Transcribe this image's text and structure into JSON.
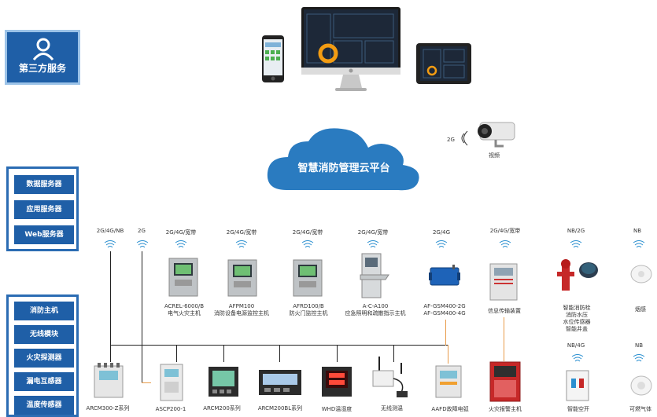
{
  "third_party": {
    "label": "第三方服务",
    "icon": "user-icon"
  },
  "cloud": {
    "label": "智慧消防管理云平台"
  },
  "camera": {
    "signal": "2G",
    "label": "视频"
  },
  "servers": [
    "数据服务器",
    "应用服务器",
    "Web服务器"
  ],
  "modules": [
    "消防主机",
    "无线模块",
    "火灾探测器",
    "漏电互感器",
    "温度传感器"
  ],
  "networks": [
    "2G/4G/NB",
    "2G",
    "2G/4G/宽带",
    "2G/4G/宽带",
    "2G/4G/宽带",
    "2G/4G/宽带",
    "2G/4G",
    "2G/4G/宽带",
    "NB/2G",
    "NB"
  ],
  "upper_devices": [
    {
      "l1": "ACREL-6000/B",
      "l2": "电气火灾主机"
    },
    {
      "l1": "AFPM100",
      "l2": "消防设备电源监控主机"
    },
    {
      "l1": "AFRD100/B",
      "l2": "防火门监控主机"
    },
    {
      "l1": "A-C-A100",
      "l2": "应急照明和疏散指示主机"
    },
    {
      "l1": "AF-GSM400-2G",
      "l2": "AF-GSM400-4G"
    },
    {
      "l1": "信息传输装置",
      "l2": ""
    },
    {
      "l1": "智能消防栓",
      "l2": "消防水压",
      "l3": "水位传感器",
      "l4": "智能井盖"
    },
    {
      "l1": "烟感",
      "l2": ""
    }
  ],
  "lower_networks": [
    "NB/4G",
    "NB"
  ],
  "lower_devices": [
    "ARCM300-Z系列",
    "ASCP200-1",
    "ARCM200系列",
    "ARCM200BL系列",
    "WHD温湿度",
    "无线测温",
    "AAFD故障电弧",
    "火灾报警主机",
    "智能空开",
    "可燃气体"
  ]
}
